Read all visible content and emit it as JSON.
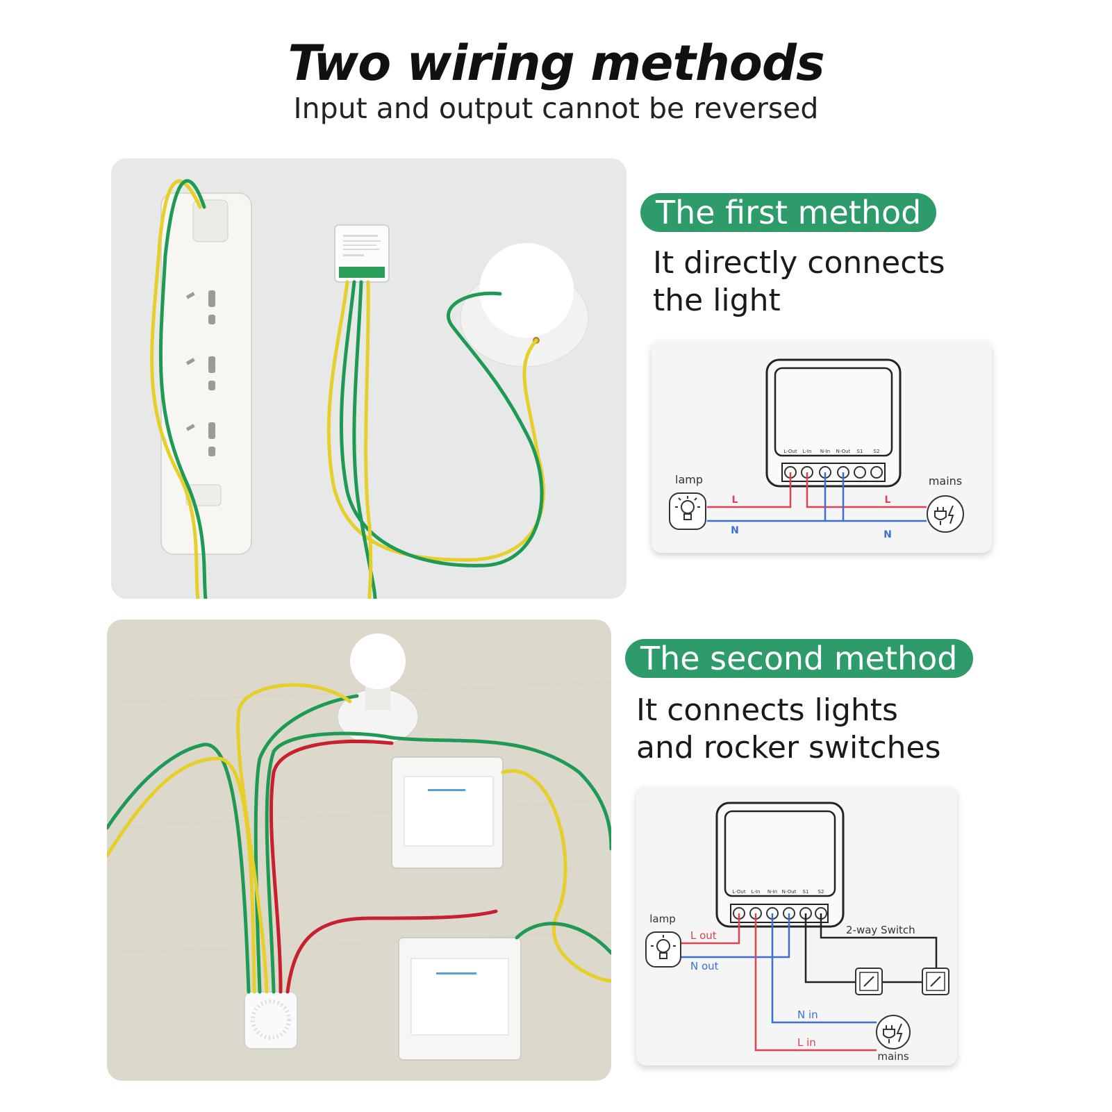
{
  "header": {
    "title": "Two wiring methods",
    "subtitle": "Input and output cannot be reversed"
  },
  "method1": {
    "pill": "The first method",
    "desc_line1": "It directly connects",
    "desc_line2": "the light",
    "diagram": {
      "terminals": [
        "L-Out",
        "L-In",
        "N-In",
        "N-Out",
        "S1",
        "S2"
      ],
      "lamp_label": "lamp",
      "mains_label": "mains",
      "l_left": "L",
      "n_left": "N",
      "l_right": "L",
      "n_right": "N"
    }
  },
  "method2": {
    "pill": "The second method",
    "desc_line1": "It connects lights",
    "desc_line2": "and rocker switches",
    "diagram": {
      "terminals": [
        "L-Out",
        "L-In",
        "N-In",
        "N-Out",
        "S1",
        "S2"
      ],
      "lamp_label": "lamp",
      "mains_label": "mains",
      "l_out": "L out",
      "n_out": "N out",
      "n_in": "N in",
      "l_in": "L in",
      "switch_label": "2-way Switch"
    }
  },
  "colors": {
    "accent_green": "#2e9c6a",
    "live_red": "#e4414f",
    "neutral_blue": "#3a6fd6",
    "wire_green": "#1f9a55",
    "wire_yellow": "#e6cf2a",
    "wire_red": "#c8202e"
  }
}
